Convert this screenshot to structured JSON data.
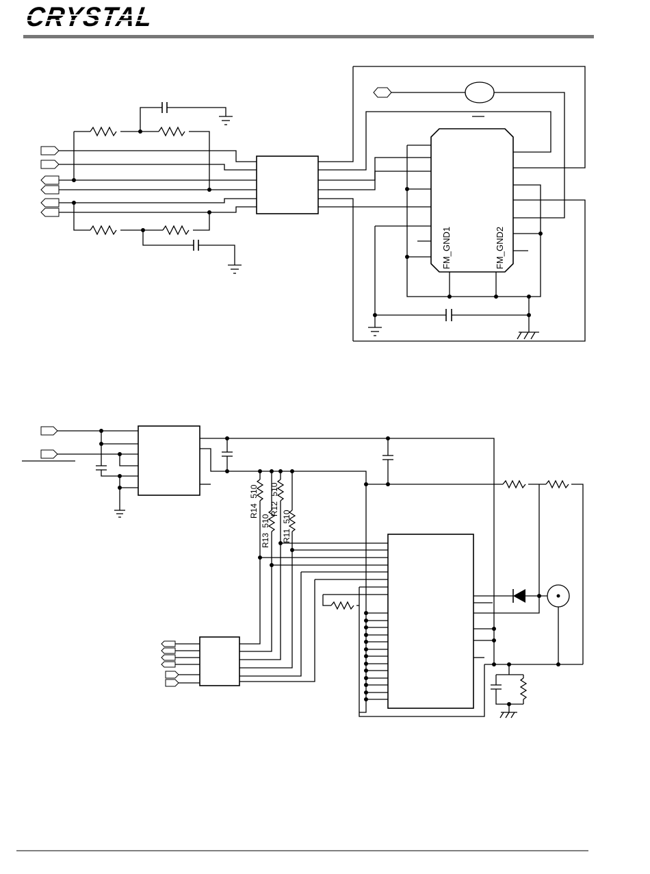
{
  "header": {
    "logo_text": "CRYSTAL"
  },
  "schematic_top": {
    "labels": {
      "fm_gnd1": "FM_GND1",
      "fm_gnd2": "FM_GND2"
    }
  },
  "schematic_bottom": {
    "resistors": [
      {
        "ref": "R14",
        "value": "510"
      },
      {
        "ref": "R13",
        "value": "510"
      },
      {
        "ref": "R12",
        "value": "510"
      },
      {
        "ref": "R11",
        "value": "510"
      }
    ]
  }
}
